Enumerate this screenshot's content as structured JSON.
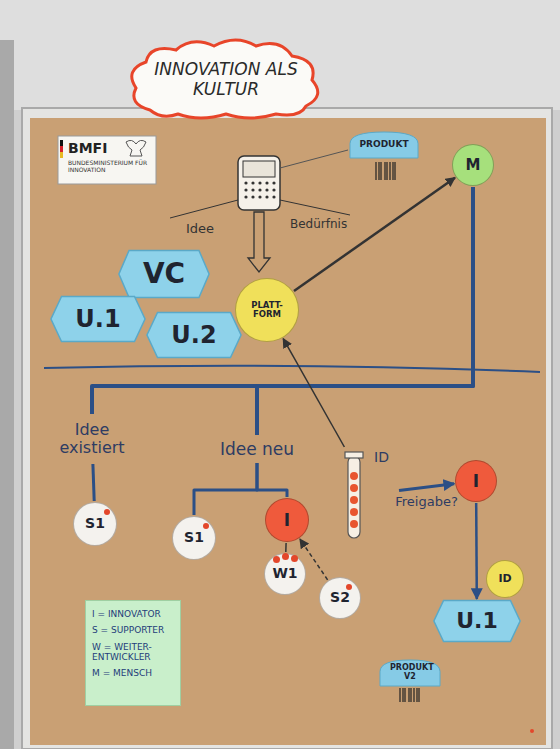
{
  "diagram": {
    "title": "INNOVATION ALS KULTUR",
    "nodes": [
      {
        "text": [
          "PRODUKT"
        ]
      },
      {
        "text": [
          "M"
        ]
      },
      {
        "text": [
          "VC"
        ]
      },
      {
        "text": [
          "U.1"
        ]
      },
      {
        "text": [
          "U.2"
        ]
      },
      {
        "text": [
          "PLATT-FORM"
        ]
      },
      {
        "text": [
          "Idee existiert"
        ]
      },
      {
        "text": [
          "Idee neu"
        ]
      },
      {
        "text": [
          "ID"
        ]
      },
      {
        "text": [
          "I"
        ]
      },
      {
        "text": [
          "S1"
        ]
      },
      {
        "text": [
          "S1"
        ]
      },
      {
        "text": [
          "I"
        ]
      },
      {
        "text": [
          "W1"
        ]
      },
      {
        "text": [
          "S2"
        ]
      },
      {
        "text": [
          "U.1"
        ]
      },
      {
        "text": [
          "ID"
        ]
      },
      {
        "text": [
          "PRODUKT V2"
        ]
      }
    ],
    "edges": [
      {
        "from": 5,
        "to": 1,
        "arrow": "to"
      },
      {
        "from": 1,
        "to": 6,
        "arrow": "none"
      },
      {
        "from": 1,
        "to": 7,
        "arrow": "none"
      },
      {
        "from": 6,
        "to": 10,
        "arrow": "none"
      },
      {
        "from": 7,
        "to": 11,
        "arrow": "none"
      },
      {
        "from": 7,
        "to": 12,
        "arrow": "none"
      },
      {
        "from": 12,
        "to": 13,
        "arrow": "none"
      },
      {
        "from": 14,
        "to": 12,
        "arrow": "to"
      },
      {
        "from": 8,
        "to": 5,
        "arrow": "to"
      },
      {
        "from": 8,
        "to": 9,
        "label": "Freigabe?",
        "arrow": "to"
      },
      {
        "from": 9,
        "to": 15,
        "arrow": "to"
      }
    ],
    "labels": [
      "BMFI",
      "BUNDESMINISTERIUM FÜR INNOVATION",
      "Idee",
      "Bedürfnis"
    ],
    "legend": [
      {
        "text": "I = INNOVATOR"
      },
      {
        "text": "S = SUPPORTER"
      },
      {
        "text": "W = WEITER-ENTWICKLER"
      },
      {
        "text": "M = MENSCH"
      }
    ]
  }
}
